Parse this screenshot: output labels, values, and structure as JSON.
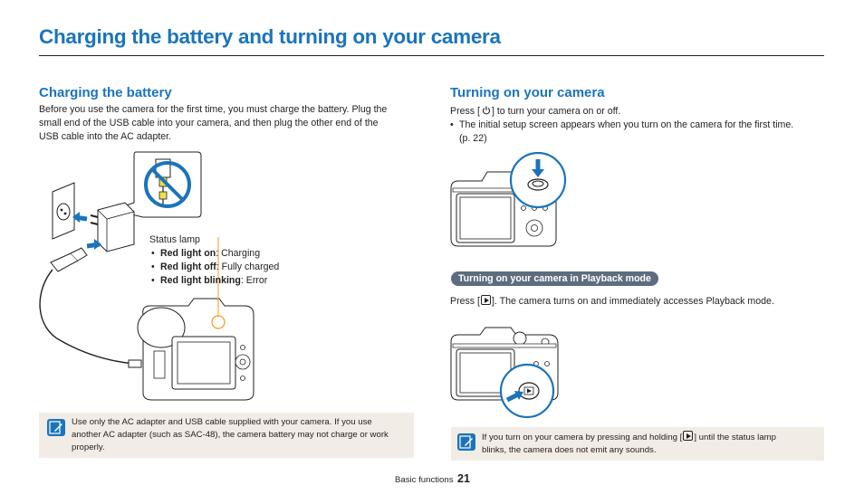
{
  "page": {
    "title": "Charging the battery and turning on your camera",
    "footer_label": "Basic functions",
    "page_number": "21"
  },
  "charging": {
    "heading": "Charging the battery",
    "intro_lines": [
      "Before you use the camera for the first time, you must charge the battery. Plug the",
      "small end of the USB cable into your camera, and then plug the other end of the",
      "USB cable into the AC adapter."
    ],
    "status_lamp": {
      "label": "Status lamp",
      "items": [
        {
          "term": "Red light on",
          "desc": ": Charging"
        },
        {
          "term": "Red light off",
          "desc": ": Fully charged"
        },
        {
          "term": "Red light blinking",
          "desc": ": Error"
        }
      ]
    },
    "note_lines": [
      "Use only the AC adapter and USB cable supplied with your camera. If you use",
      "another AC adapter (such as SAC-48), the camera battery may not charge or work",
      "properly."
    ]
  },
  "turning_on": {
    "heading": "Turning on your camera",
    "press_prefix": "Press [",
    "press_suffix": "] to turn your camera on or off.",
    "bullet_lines": [
      "The initial setup screen appears when you turn on the camera for the first time.",
      "(p. 22)"
    ],
    "playback_label": "Turning on your camera in Playback mode",
    "playback_prefix": "Press [",
    "playback_suffix": "]. The camera turns on and immediately accesses Playback mode.",
    "note_line1_prefix": "If you turn on your camera by pressing and holding [",
    "note_line1_suffix": "] until the status lamp",
    "note_line2": "blinks, the camera does not emit any sounds."
  },
  "icons": {
    "note": "note-pencil-icon",
    "power": "power-icon",
    "playback": "playback-icon"
  },
  "colors": {
    "accent": "#1b74bb",
    "pill": "#5d6c7e",
    "note_bg": "#f1ece5",
    "lamp": "#f39a1c"
  }
}
